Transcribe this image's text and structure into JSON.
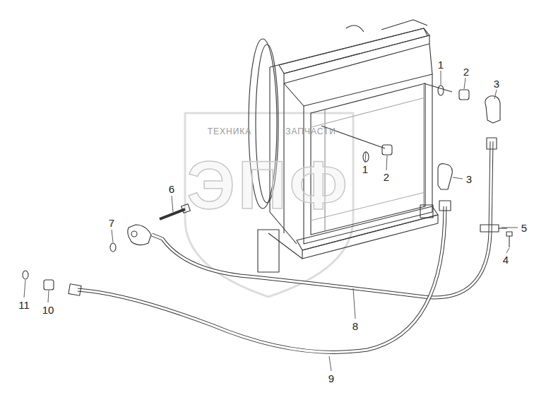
{
  "diagram": {
    "labels": [
      "1",
      "2",
      "3",
      "1",
      "2",
      "3",
      "6",
      "5",
      "7",
      "4",
      "11",
      "10",
      "8",
      "9",
      "ТЕХНИКА",
      "ЗАПЧАСТИ",
      "ЭПФ"
    ]
  }
}
